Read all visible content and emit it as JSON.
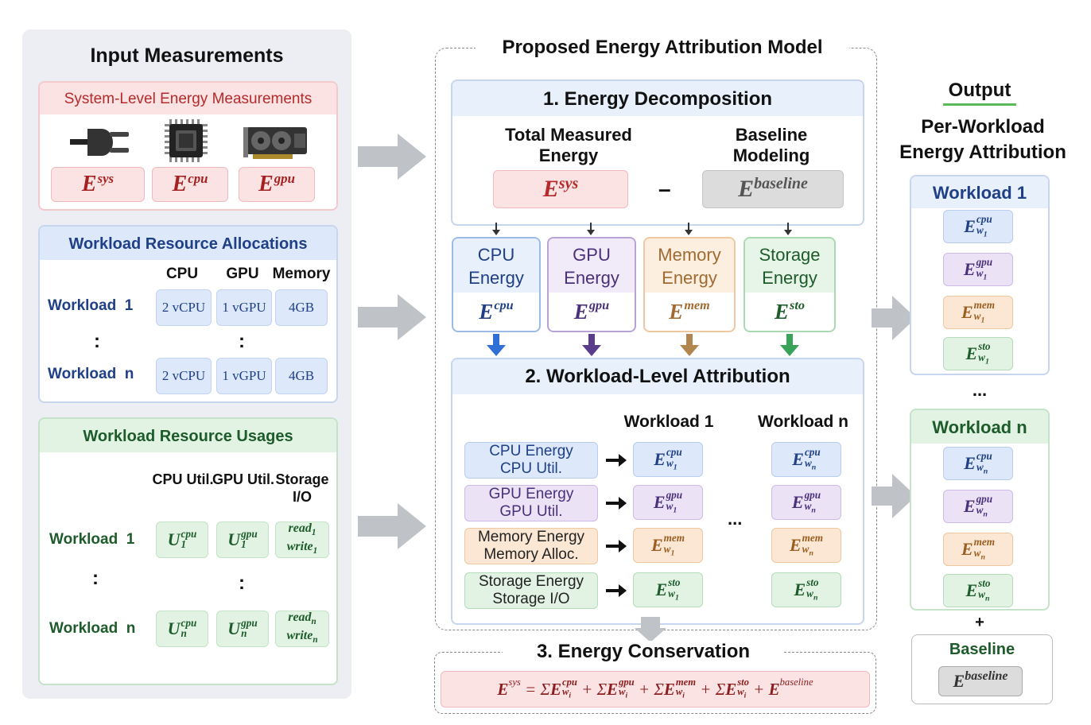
{
  "input": {
    "title": "Input Measurements",
    "system": {
      "title": "System-Level Energy Measurements",
      "items": [
        {
          "icon": "power-plug-icon",
          "sym": "E",
          "sup": "sys"
        },
        {
          "icon": "cpu-chip-icon",
          "sym": "E",
          "sup": "cpu"
        },
        {
          "icon": "gpu-card-icon",
          "sym": "E",
          "sup": "gpu"
        }
      ]
    },
    "alloc": {
      "title": "Workload Resource Allocations",
      "cols": [
        "CPU",
        "GPU",
        "Memory"
      ],
      "rows": [
        {
          "label": "Workload  1",
          "cells": [
            "2 vCPU",
            "1 vGPU",
            "4GB"
          ]
        },
        {
          "label": "Workload  n",
          "cells": [
            "2 vCPU",
            "1 vGPU",
            "4GB"
          ]
        }
      ],
      "dots": ":"
    },
    "usage": {
      "title": "Workload Resource Usages",
      "cols": [
        "CPU Util.",
        "GPU Util.",
        "Storage I/O"
      ],
      "rows": [
        {
          "label": "Workload  1",
          "sub": "1",
          "read": "read",
          "write": "write",
          "io_sub": "1"
        },
        {
          "label": "Workload  n",
          "sub": "n",
          "read": "read",
          "write": "write",
          "io_sub": "n"
        }
      ],
      "sym_u": "U",
      "sup_cpu": "cpu",
      "sup_gpu": "gpu",
      "dots": ":"
    }
  },
  "model": {
    "title": "Proposed Energy Attribution Model",
    "decomp": {
      "title": "1. Energy Decomposition",
      "total_label": "Total Measured Energy",
      "baseline_label": "Baseline Modeling",
      "total_sym": "E",
      "total_sup": "sys",
      "minus": "–",
      "baseline_sym": "E",
      "baseline_sup": "baseline"
    },
    "components": [
      {
        "label": "CPU Energy",
        "sup": "cpu",
        "color": "#2f6fd6"
      },
      {
        "label": "GPU Energy",
        "sup": "gpu",
        "color": "#5a3d8a"
      },
      {
        "label": "Memory Energy",
        "sup": "mem",
        "color": "#b2864f"
      },
      {
        "label": "Storage Energy",
        "sup": "sto",
        "color": "#3aa35a"
      }
    ],
    "attribution": {
      "title": "2. Workload-Level Attribution",
      "col1": "Workload 1",
      "coln": "Workload n",
      "ellipsis": "...",
      "rows": [
        {
          "line1": "CPU Energy",
          "line2": "CPU Util.",
          "sup": "cpu"
        },
        {
          "line1": "GPU Energy",
          "line2": "GPU Util.",
          "sup": "gpu"
        },
        {
          "line1": "Memory Energy",
          "line2": "Memory Alloc.",
          "sup": "mem"
        },
        {
          "line1": "Storage Energy",
          "line2": "Storage I/O",
          "sup": "sto"
        }
      ],
      "sub1": "1",
      "subn": "n"
    },
    "conservation": {
      "title": "3. Energy Conservation",
      "equation": {
        "lhs_sup": "sys",
        "eq": "=",
        "sigma": "Σ",
        "plus": "+",
        "sub_w": "w",
        "sub_i": "i",
        "terms": [
          "cpu",
          "gpu",
          "mem",
          "sto"
        ],
        "baseline_sup": "baseline"
      }
    }
  },
  "output": {
    "title": "Output",
    "subtitle": "Per-Workload Energy Attribution",
    "w1": {
      "title": "Workload 1",
      "sub": "1"
    },
    "wn": {
      "title": "Workload n",
      "sub": "n"
    },
    "dots": "...",
    "plus": "+",
    "baseline_title": "Baseline",
    "baseline_sup": "baseline",
    "terms": [
      "cpu",
      "gpu",
      "mem",
      "sto"
    ]
  },
  "colors": {
    "red_bg": "#fbe3e4",
    "red_text": "#c0392b",
    "blue_bg": "#dde9fa",
    "blue_text": "#1f3f86",
    "green_bg": "#e2f3e4",
    "green_text": "#1d5b2a",
    "purple_bg": "#ebe2f6",
    "orange_bg": "#fbe7d3",
    "gray_bg": "#dcdcdc"
  }
}
